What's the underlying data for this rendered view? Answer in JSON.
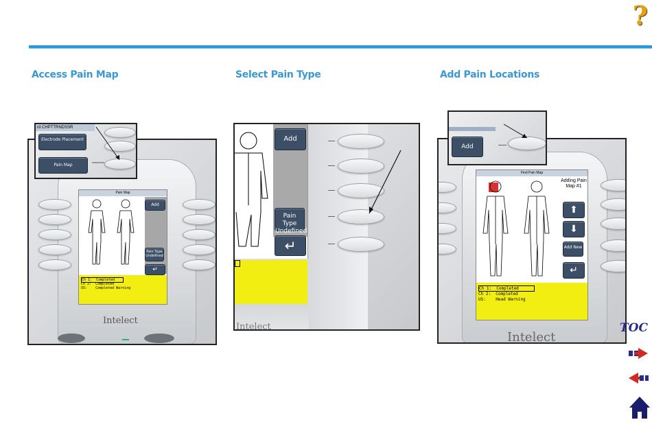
{
  "header": {
    "help_label": "?"
  },
  "sections": [
    {
      "heading": "Access Pain Map"
    },
    {
      "heading": "Select Pain Type"
    },
    {
      "heading": "Add Pain Locations"
    }
  ],
  "panel1": {
    "inset_title": "rd CHPTTRNDSSR",
    "electrode_button": "Electrode Placement",
    "painmap_button": "Pain Map",
    "screen_title": "Pain Map",
    "add_button": "Add",
    "pain_type_button": "Pain Type Undefined",
    "status_lines": [
      "Ch 1:  Completed",
      "Ch 2:  Completed",
      "US:    Completed Warning"
    ],
    "brand": "Intelect"
  },
  "panel2": {
    "add_button": "Add",
    "pain_type_button": "Pain Type Undefined",
    "brand": "Intelect"
  },
  "panel3": {
    "inset_add_button": "Add",
    "screen_title": "Find Pain Map",
    "adding_text": "Adding Pain Map #1",
    "add_new_button": "Add New",
    "status_lines": [
      "Ch 1:  Completed",
      "Ch 2:  Completed",
      "US:    Head Warning"
    ],
    "brand": "Intelect"
  },
  "nav": {
    "toc": "TOC",
    "next": "next",
    "prev": "prev",
    "home": "home"
  }
}
